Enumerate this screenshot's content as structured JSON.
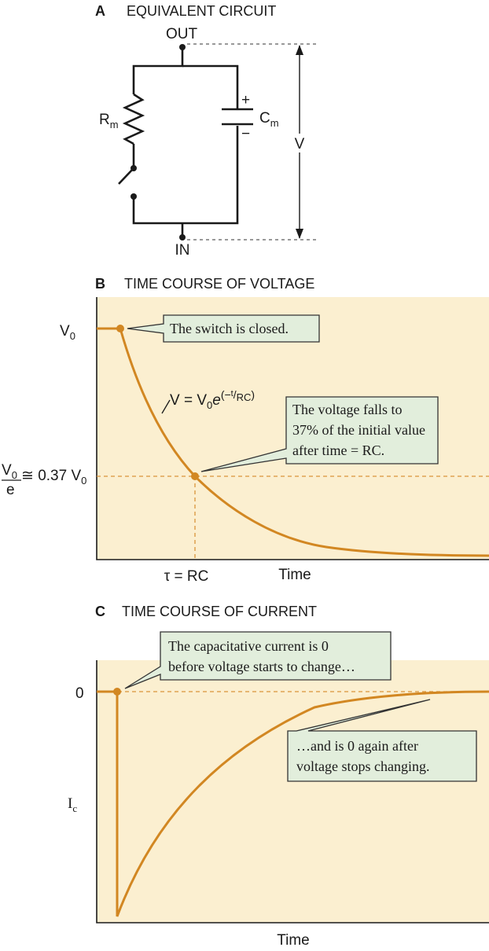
{
  "panel_a": {
    "letter": "A",
    "title": "EQUIVALENT CIRCUIT",
    "out_label": "OUT",
    "in_label": "IN",
    "resistor_label": "R",
    "resistor_sub": "m",
    "capacitor_label": "C",
    "capacitor_sub": "m",
    "plus": "+",
    "minus": "−",
    "voltage_label": "V"
  },
  "panel_b": {
    "letter": "B",
    "title": "TIME COURSE OF VOLTAGE",
    "v0_label": "V",
    "v0_sub": "0",
    "fraction_num": "V",
    "fraction_num_sub": "0",
    "fraction_den": "e",
    "approx_text": "≅ 0.37 V",
    "approx_sub": "0",
    "tau_label": "τ = RC",
    "x_label": "Time",
    "equation_prefix": "V = V",
    "equation_sub": "0",
    "equation_e": "e",
    "equation_exp_open": "(−",
    "equation_exp_t": "t",
    "equation_exp_rc": "RC",
    "equation_exp_close": ")",
    "callout_switch": "The switch is closed.",
    "callout_falls": [
      "The voltage falls to",
      "37% of the initial value",
      "after time = RC."
    ]
  },
  "panel_c": {
    "letter": "C",
    "title": "TIME COURSE OF CURRENT",
    "zero_label": "0",
    "y_label": "I",
    "y_sub": "c",
    "x_label": "Time",
    "callout_before": [
      "The capacitative current is 0",
      "before voltage starts to change…"
    ],
    "callout_after": [
      "…and is 0 again after",
      "voltage stops changing."
    ]
  },
  "colors": {
    "plot_bg": "#fbefd0",
    "curve": "#d28722",
    "callout_bg": "#e2eedc"
  }
}
